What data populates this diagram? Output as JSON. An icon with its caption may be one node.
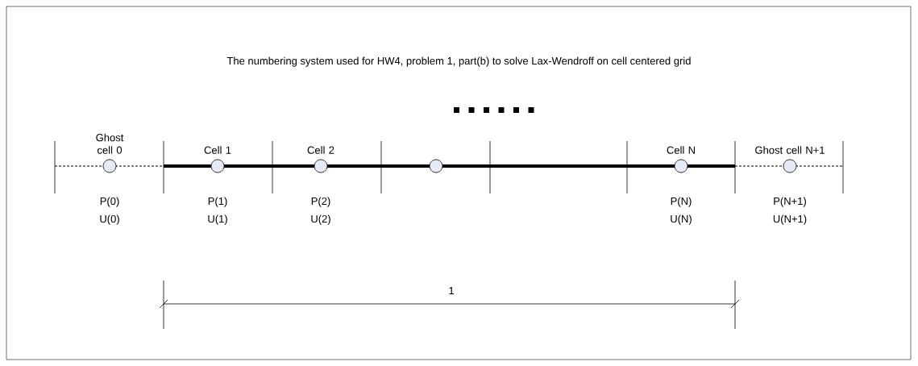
{
  "diagram": {
    "title": "The numbering system used for HW4, problem 1, part(b) to solve Lax-Wendroff on cell centered grid",
    "nodes": [
      {
        "text": [],
        "shape": "circle",
        "beside": [
          "Ghost cell 0",
          "P(0)",
          "U(0)"
        ]
      },
      {
        "text": [],
        "shape": "circle",
        "beside": [
          "Cell 1",
          "P(1)",
          "U(1)"
        ]
      },
      {
        "text": [],
        "shape": "circle",
        "beside": [
          "Cell 2",
          "P(2)",
          "U(2)"
        ]
      },
      {
        "text": [],
        "shape": "circle"
      },
      {
        "text": [],
        "shape": "circle",
        "beside": [
          "Cell N",
          "P(N)",
          "U(N)"
        ]
      },
      {
        "text": [],
        "shape": "circle",
        "beside": [
          "Ghost cell N+1",
          "P(N+1)",
          "U(N+1)"
        ]
      }
    ],
    "labels": [
      "1"
    ]
  }
}
